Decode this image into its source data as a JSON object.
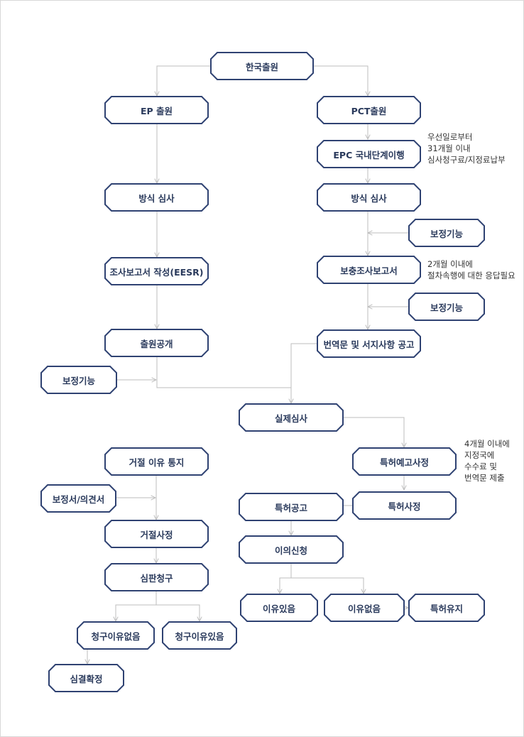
{
  "colors": {
    "box_border": "#2f4272",
    "box_text": "#2a3a5c",
    "line": "#bdbdbd"
  },
  "nodes": {
    "korea_filing": "한국출원",
    "ep_filing": "EP 출원",
    "pct_filing": "PCT출원",
    "epc_entry": "EPC 국내단계이행",
    "ep_formal": "방식 심사",
    "pct_formal": "방식 심사",
    "amend_1": "보정기능",
    "esr": "조사보고서 작성(EESR)",
    "supp_report": "보충조사보고서",
    "amend_2": "보정기능",
    "publication": "출원공개",
    "translation": "번역문 및 서지사항 공고",
    "amend_3": "보정기능",
    "substantive": "실제심사",
    "rejection_notice": "거절 이유 통지",
    "intent_grant": "특허예고사정",
    "amend_opinion": "보정서/의견서",
    "grant_decision": "특허사정",
    "patent_publication": "특허공고",
    "rejection": "거절사정",
    "opposition": "이의신청",
    "appeal": "심판청구",
    "with_reason": "이유있음",
    "without_reason": "이유없음",
    "patent_maintained": "특허유지",
    "claim_without_reason": "청구이유없음",
    "claim_with_reason": "청구이유있음",
    "decision_final": "심결확정"
  },
  "notes": {
    "epc_note": [
      "우선일로부터",
      "31개월 이내",
      "심사청구료/지정료납부"
    ],
    "supp_note": [
      "2개월 이내에",
      "절차속행에 대한 응답필요"
    ],
    "grant_note": [
      "4개월 이내에",
      "지정국에",
      "수수료 및",
      "번역문 제출"
    ]
  }
}
